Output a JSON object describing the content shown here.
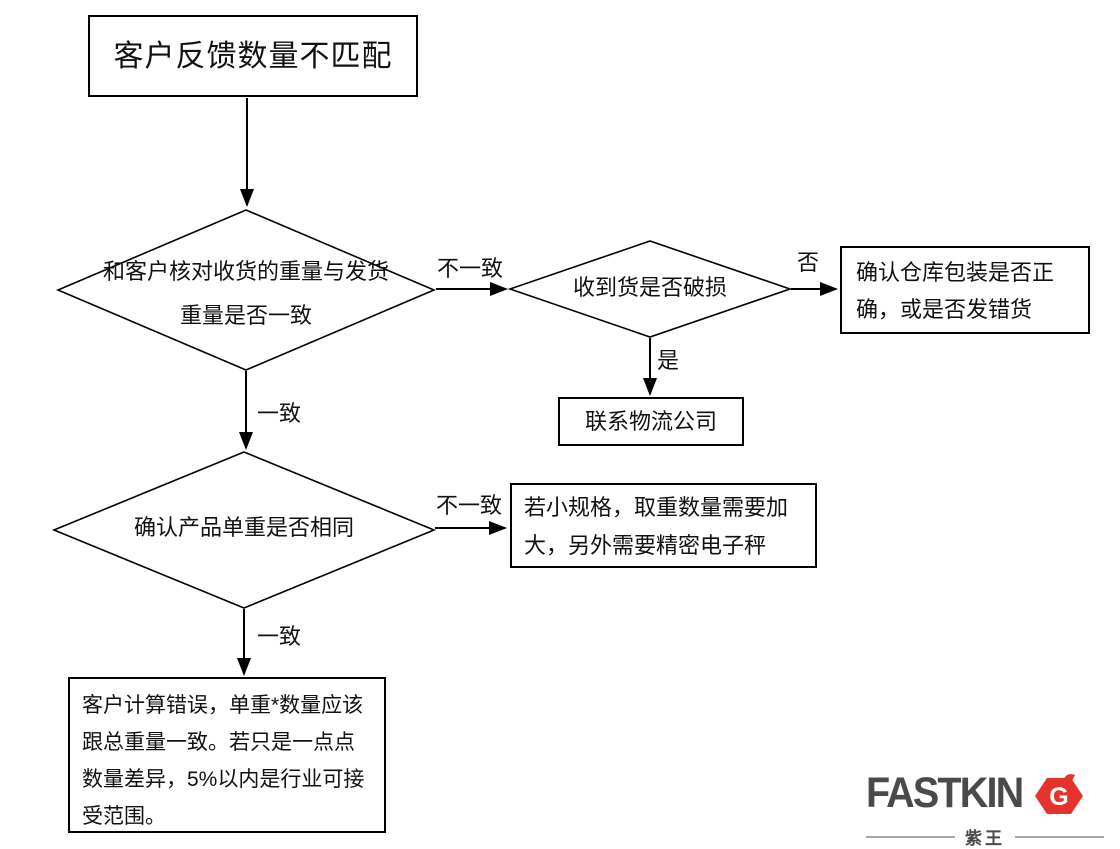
{
  "flowchart": {
    "start": "客户反馈数量不匹配",
    "decision_weight_check": "和客户核对收货的重量与发货重量是否一致",
    "decision_damaged": "收到货是否破损",
    "action_warehouse": "确认仓库包装是否正确，或是否发错货",
    "action_logistics": "联系物流公司",
    "decision_unit_weight": "确认产品单重是否相同",
    "action_scale": "若小规格，取重数量需要加大，另外需要精密电子秤",
    "action_calc": "客户计算错误，单重*数量应该跟总重量一致。若只是一点点数量差异，5%以内是行业可接受范围。",
    "labels": {
      "mismatch1": "不一致",
      "no": "否",
      "yes": "是",
      "match1": "一致",
      "mismatch2": "不一致",
      "match2": "一致"
    },
    "stroke_color": "#000000"
  },
  "logo": {
    "brand_prefix": "FASTKIN",
    "brand_g": "G",
    "cn_name": "紫王",
    "brand_color": "#4a4a4c",
    "accent_color": "#e5332c"
  }
}
